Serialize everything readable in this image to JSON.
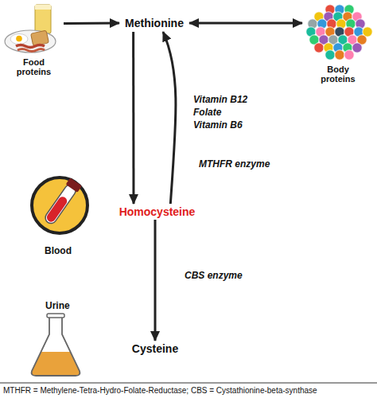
{
  "diagram": {
    "caption": "MTHFR = Methylene-Tetra-Hydro-Folate-Reductase; CBS = Cystathionine-beta-synthase",
    "nodes": [
      {
        "text": [
          "Food proteins"
        ]
      },
      {
        "text": [
          "Methionine"
        ]
      },
      {
        "text": [
          "Body proteins"
        ]
      },
      {
        "text": [
          "Homocysteine"
        ]
      },
      {
        "text": [
          "Cysteine"
        ]
      }
    ],
    "edges": [
      {
        "from": 0,
        "to": 1,
        "arrow": "to"
      },
      {
        "from": 1,
        "to": 2,
        "arrow": "both"
      },
      {
        "from": 1,
        "to": 3,
        "arrow": "to"
      },
      {
        "from": 3,
        "to": 1,
        "label": "MTHFR enzyme",
        "arrow": "to"
      },
      {
        "from": 3,
        "to": 4,
        "label": "CBS enzyme",
        "arrow": "to"
      }
    ],
    "labels": [
      "Vitamin B12",
      "Folate",
      "Vitamin B6",
      "Blood",
      "Urine"
    ]
  }
}
